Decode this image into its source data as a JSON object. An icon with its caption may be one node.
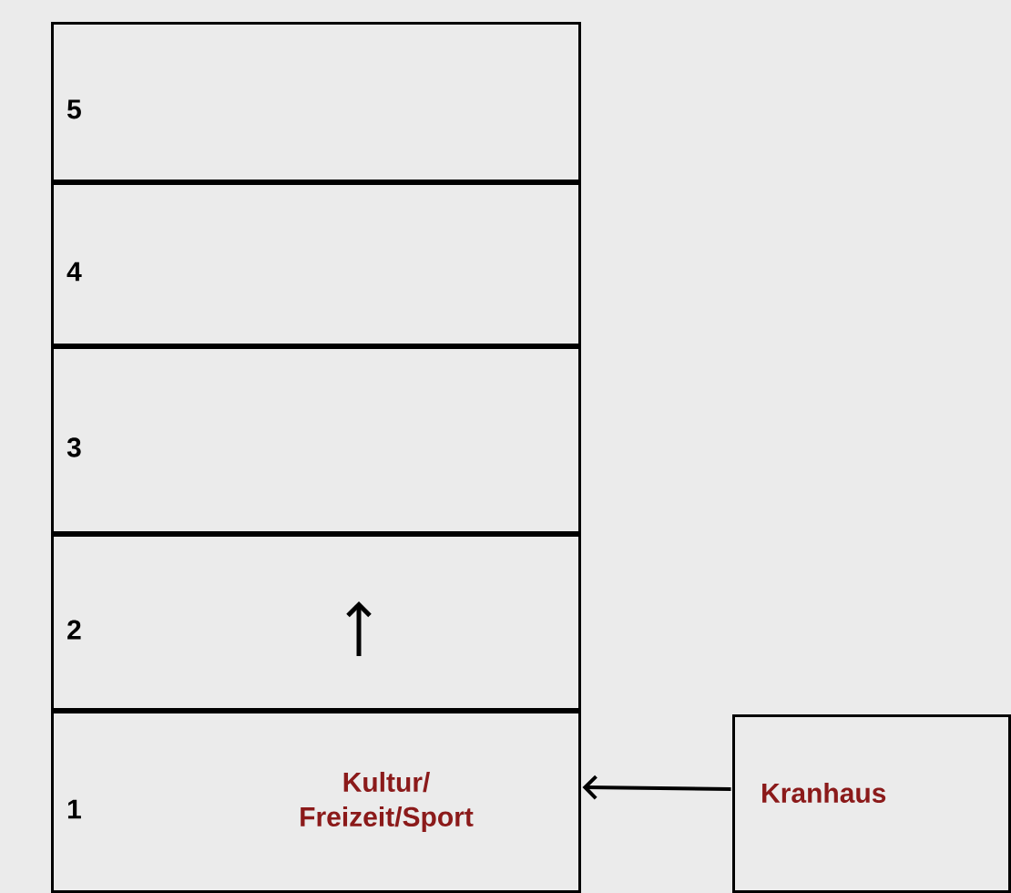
{
  "diagram": {
    "nodes": [
      {
        "text": [
          "5"
        ]
      },
      {
        "text": [
          "4"
        ]
      },
      {
        "text": [
          "3"
        ]
      },
      {
        "text": [
          "2"
        ]
      },
      {
        "text": [
          "1",
          "Kultur/ Freizeit/Sport"
        ]
      },
      {
        "text": [
          "Kranhaus"
        ]
      }
    ],
    "edges": [
      {
        "from": 5,
        "to": 4,
        "arrow": "to"
      }
    ]
  }
}
